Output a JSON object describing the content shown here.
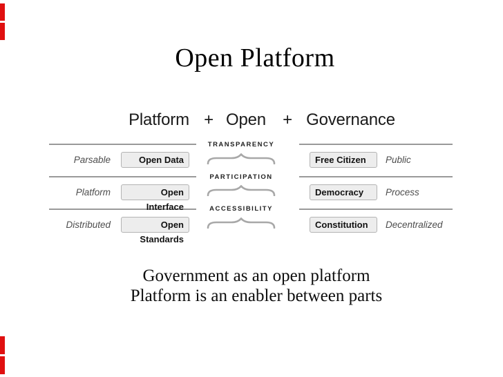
{
  "slide": {
    "title": "Open Platform",
    "footer_line1": "Government as an open platform",
    "footer_line2": "Platform is an enabler between parts"
  },
  "header": {
    "left": "Platform",
    "plus1": "+",
    "middle": "Open",
    "plus2": "+",
    "right": "Governance"
  },
  "left_column": {
    "rows": [
      {
        "label": "Parsable",
        "box": "Open Data"
      },
      {
        "label": "Platform",
        "box": "Open Interface"
      },
      {
        "label": "Distributed",
        "box": "Open Standards"
      }
    ]
  },
  "middle_column": {
    "items": [
      "TRANSPARENCY",
      "PARTICIPATION",
      "ACCESSIBILITY"
    ]
  },
  "right_column": {
    "rows": [
      {
        "box": "Free Citizen",
        "label": "Public"
      },
      {
        "box": "Democracy",
        "label": "Process"
      },
      {
        "box": "Constitution",
        "label": "Decentralized"
      }
    ]
  },
  "colors": {
    "accent_red": "#e01010",
    "box_fill": "#ededed",
    "box_border": "#b3b3b3",
    "row_line": "#999999",
    "brace": "#a8a8a8"
  }
}
